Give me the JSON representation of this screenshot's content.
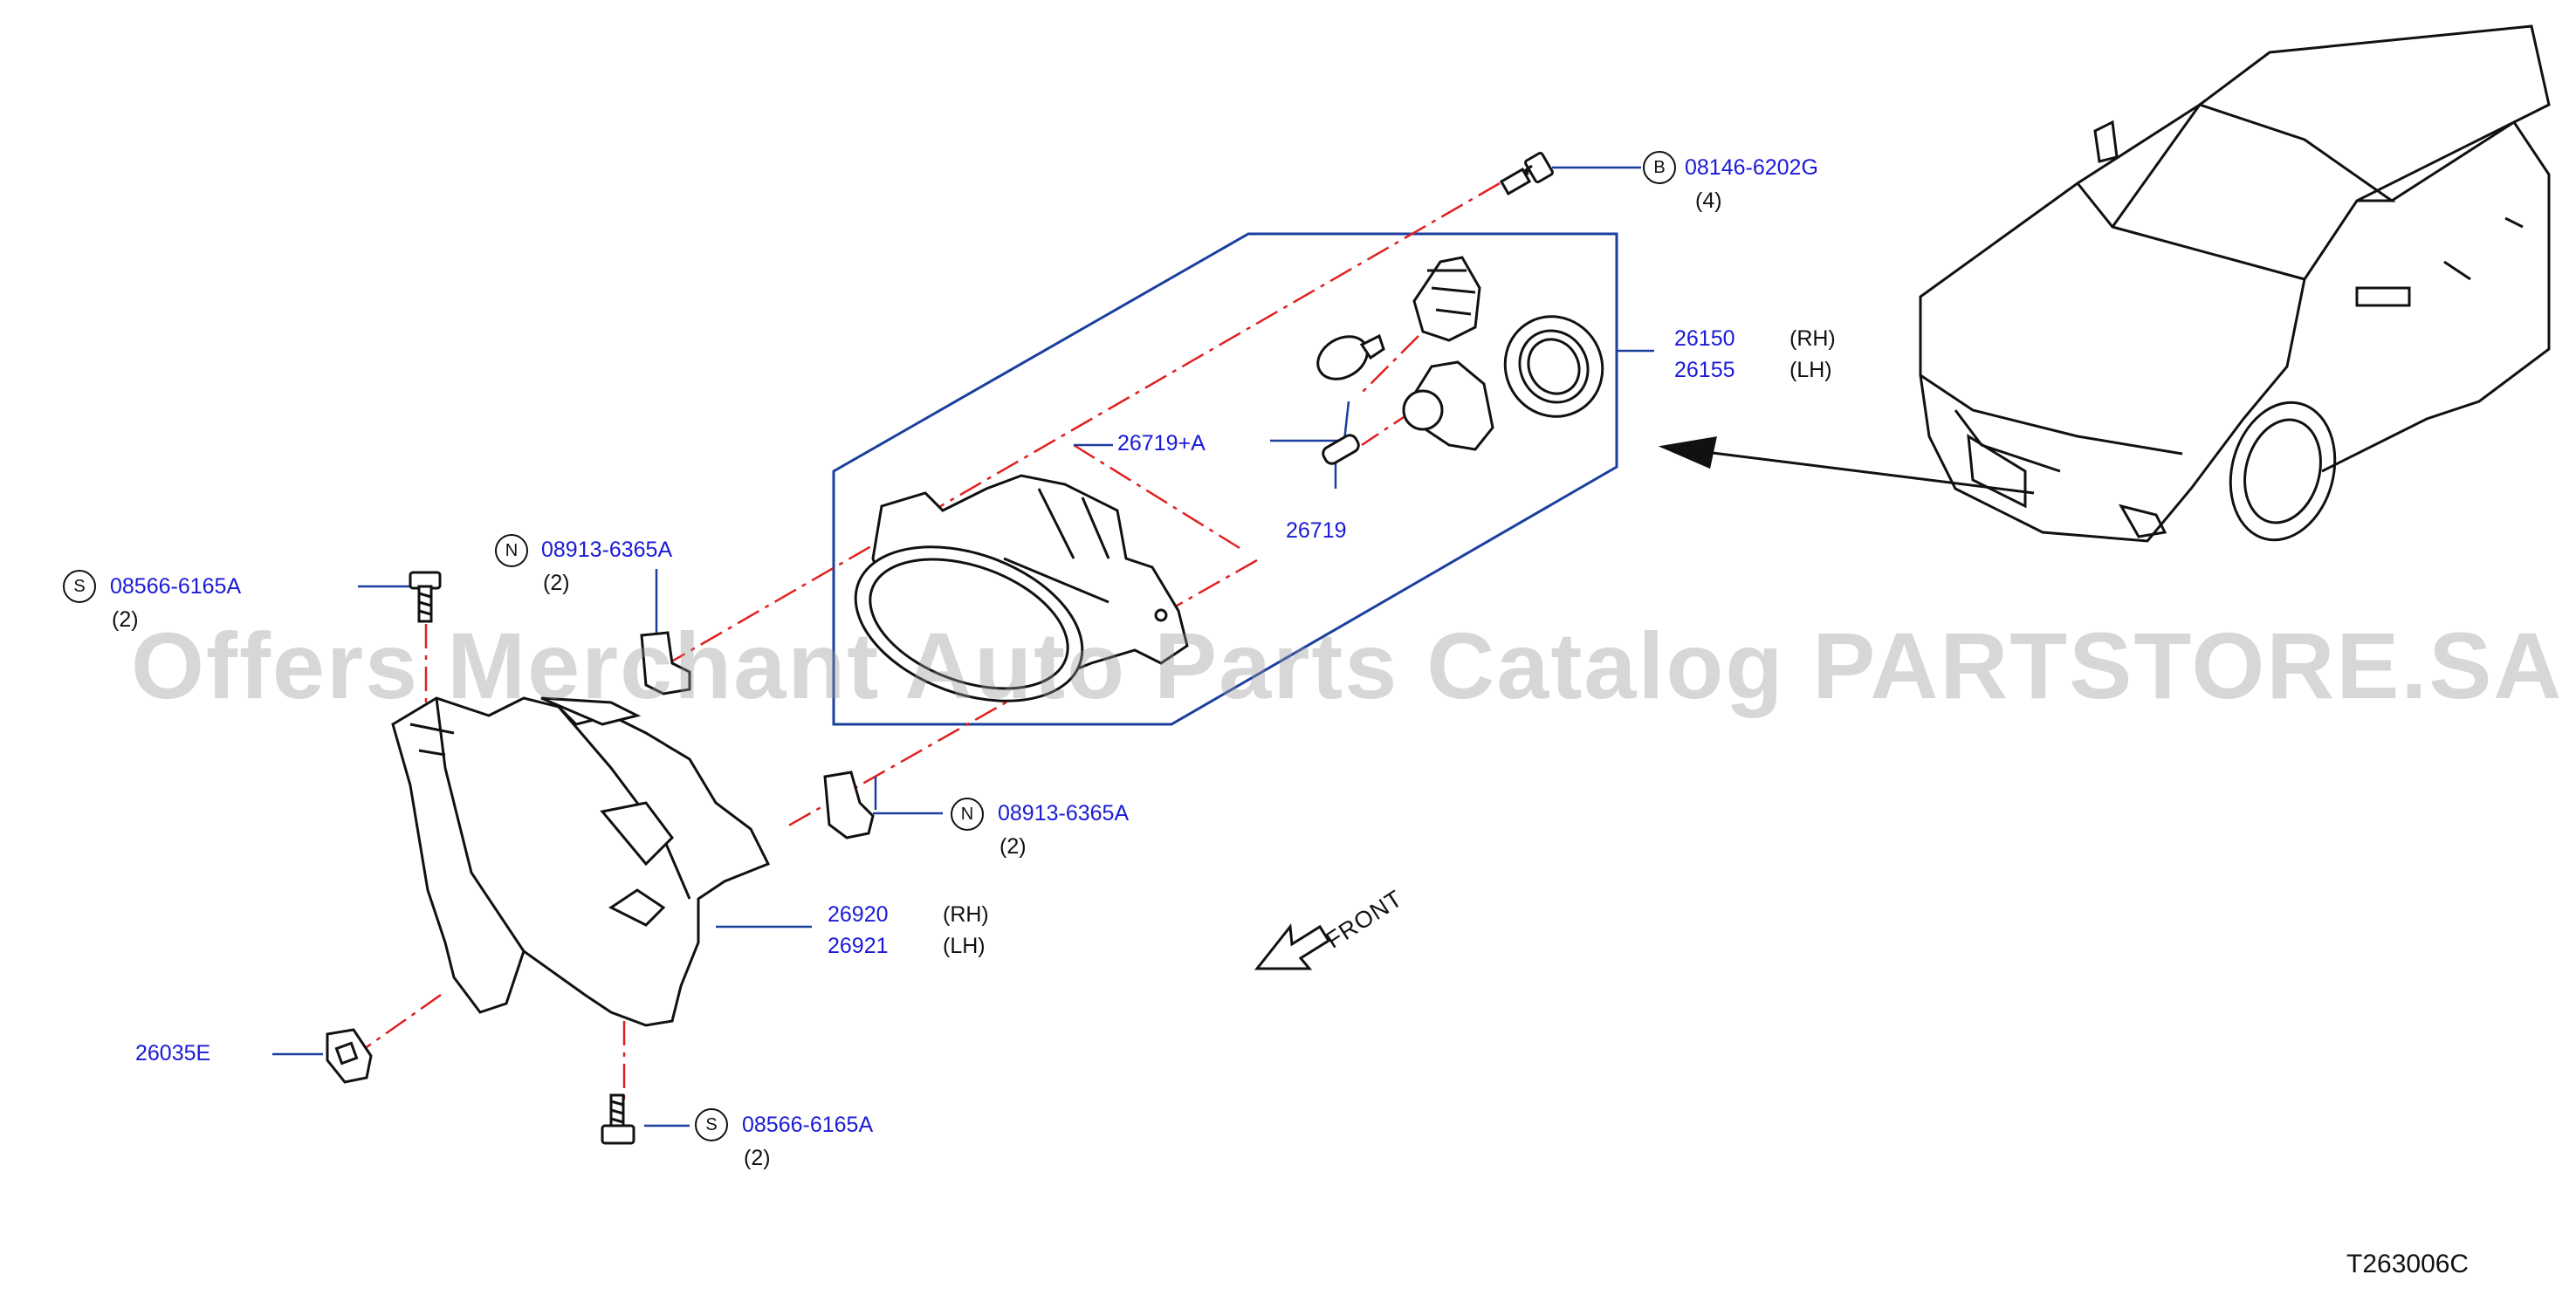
{
  "diagram": {
    "code": "T263006C",
    "front_label": "FRONT",
    "watermark": "Offers Merchant Auto Parts Catalog PARTSTORE.SA"
  },
  "callouts": {
    "bolt_b": {
      "symbol": "B",
      "part": "08146-6202G",
      "qty": "(4)"
    },
    "lamp_assy": {
      "part_rh": "26150",
      "side_rh": "(RH)",
      "part_lh": "26155",
      "side_lh": "(LH)"
    },
    "bulb_a": {
      "part": "26719+A"
    },
    "bulb": {
      "part": "26719"
    },
    "nut_upper": {
      "symbol": "N",
      "part": "08913-6365A",
      "qty": "(2)"
    },
    "screw_upper": {
      "symbol": "S",
      "part": "08566-6165A",
      "qty": "(2)"
    },
    "nut_lower": {
      "symbol": "N",
      "part": "08913-6365A",
      "qty": "(2)"
    },
    "bracket": {
      "part_rh": "26920",
      "side_rh": "(RH)",
      "part_lh": "26921",
      "side_lh": "(LH)"
    },
    "clip": {
      "part": "26035E"
    },
    "screw_lower": {
      "symbol": "S",
      "part": "08566-6165A",
      "qty": "(2)"
    }
  },
  "colors": {
    "callout_text": "#1a1ad6",
    "leader_line": "#1a3f9e",
    "centerline": "#e02020",
    "drawing": "#111111"
  }
}
